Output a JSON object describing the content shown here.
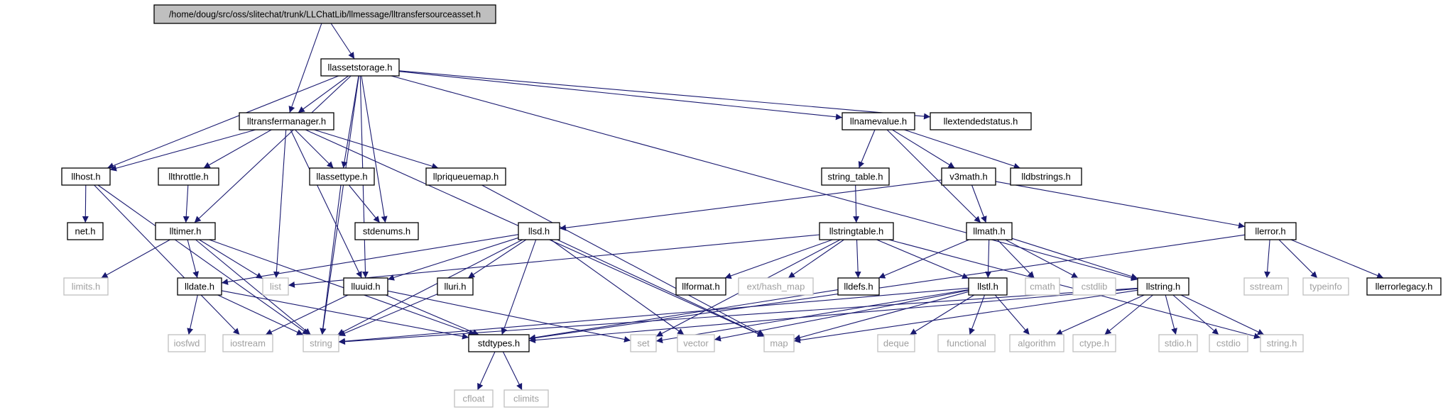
{
  "colors": {
    "edge": "#191970",
    "node_border": "#000000",
    "node_border_missing": "#bfbfbf",
    "root_fill": "#bfbfbf",
    "text": "#000000",
    "text_missing": "#a0a0a0",
    "background": "#ffffff"
  },
  "nodes": [
    {
      "id": "root",
      "label": "/home/doug/src/oss/slitechat/trunk/LLChatLib/llmessage/lltransfersourceasset.h",
      "kind": "root"
    },
    {
      "id": "llassetstorage",
      "label": "llassetstorage.h",
      "kind": "file"
    },
    {
      "id": "lltransfermanager",
      "label": "lltransfermanager.h",
      "kind": "file"
    },
    {
      "id": "llnamevalue",
      "label": "llnamevalue.h",
      "kind": "file"
    },
    {
      "id": "llextendedstatus",
      "label": "llextendedstatus.h",
      "kind": "file"
    },
    {
      "id": "llhost",
      "label": "llhost.h",
      "kind": "file"
    },
    {
      "id": "llthrottle",
      "label": "llthrottle.h",
      "kind": "file"
    },
    {
      "id": "llassettype",
      "label": "llassettype.h",
      "kind": "file"
    },
    {
      "id": "llpriqueuemap",
      "label": "llpriqueuemap.h",
      "kind": "file"
    },
    {
      "id": "string_table",
      "label": "string_table.h",
      "kind": "file"
    },
    {
      "id": "v3math",
      "label": "v3math.h",
      "kind": "file"
    },
    {
      "id": "lldbstrings",
      "label": "lldbstrings.h",
      "kind": "file"
    },
    {
      "id": "net",
      "label": "net.h",
      "kind": "file"
    },
    {
      "id": "lltimer",
      "label": "lltimer.h",
      "kind": "file"
    },
    {
      "id": "stdenums",
      "label": "stdenums.h",
      "kind": "file"
    },
    {
      "id": "llsd",
      "label": "llsd.h",
      "kind": "file"
    },
    {
      "id": "llstringtable",
      "label": "llstringtable.h",
      "kind": "file"
    },
    {
      "id": "llmath",
      "label": "llmath.h",
      "kind": "file"
    },
    {
      "id": "llerror",
      "label": "llerror.h",
      "kind": "file"
    },
    {
      "id": "limits",
      "label": "limits.h",
      "kind": "system"
    },
    {
      "id": "lldate",
      "label": "lldate.h",
      "kind": "file"
    },
    {
      "id": "list",
      "label": "list",
      "kind": "system"
    },
    {
      "id": "lluuid",
      "label": "lluuid.h",
      "kind": "file"
    },
    {
      "id": "lluri",
      "label": "lluri.h",
      "kind": "file"
    },
    {
      "id": "llformat",
      "label": "llformat.h",
      "kind": "file"
    },
    {
      "id": "hash_map",
      "label": "ext/hash_map",
      "kind": "system"
    },
    {
      "id": "lldefs",
      "label": "lldefs.h",
      "kind": "file"
    },
    {
      "id": "llstl",
      "label": "llstl.h",
      "kind": "file"
    },
    {
      "id": "cmath",
      "label": "cmath",
      "kind": "system"
    },
    {
      "id": "cstdlib",
      "label": "cstdlib",
      "kind": "system"
    },
    {
      "id": "llstring",
      "label": "llstring.h",
      "kind": "file"
    },
    {
      "id": "sstream",
      "label": "sstream",
      "kind": "system"
    },
    {
      "id": "typeinfo",
      "label": "typeinfo",
      "kind": "system"
    },
    {
      "id": "llerrorlegacy",
      "label": "llerrorlegacy.h",
      "kind": "file"
    },
    {
      "id": "iosfwd",
      "label": "iosfwd",
      "kind": "system"
    },
    {
      "id": "iostream",
      "label": "iostream",
      "kind": "system"
    },
    {
      "id": "string",
      "label": "string",
      "kind": "system"
    },
    {
      "id": "stdtypes",
      "label": "stdtypes.h",
      "kind": "file"
    },
    {
      "id": "set",
      "label": "set",
      "kind": "system"
    },
    {
      "id": "vector",
      "label": "vector",
      "kind": "system"
    },
    {
      "id": "map",
      "label": "map",
      "kind": "system"
    },
    {
      "id": "deque",
      "label": "deque",
      "kind": "system"
    },
    {
      "id": "functional",
      "label": "functional",
      "kind": "system"
    },
    {
      "id": "algorithm",
      "label": "algorithm",
      "kind": "system"
    },
    {
      "id": "ctype",
      "label": "ctype.h",
      "kind": "system"
    },
    {
      "id": "stdio",
      "label": "stdio.h",
      "kind": "system"
    },
    {
      "id": "cstdio",
      "label": "cstdio",
      "kind": "system"
    },
    {
      "id": "string_h",
      "label": "string.h",
      "kind": "system"
    },
    {
      "id": "cfloat",
      "label": "cfloat",
      "kind": "system"
    },
    {
      "id": "climits",
      "label": "climits",
      "kind": "system"
    }
  ],
  "edges": [
    [
      "root",
      "llassetstorage"
    ],
    [
      "root",
      "lltransfermanager"
    ],
    [
      "llassetstorage",
      "lltransfermanager"
    ],
    [
      "llassetstorage",
      "llnamevalue"
    ],
    [
      "llassetstorage",
      "llextendedstatus"
    ],
    [
      "llassetstorage",
      "llhost"
    ],
    [
      "llassetstorage",
      "llassettype"
    ],
    [
      "llassetstorage",
      "stdenums"
    ],
    [
      "llassetstorage",
      "lltimer"
    ],
    [
      "llassetstorage",
      "lluuid"
    ],
    [
      "llassetstorage",
      "llstring"
    ],
    [
      "llassetstorage",
      "string"
    ],
    [
      "lltransfermanager",
      "llhost"
    ],
    [
      "lltransfermanager",
      "llthrottle"
    ],
    [
      "lltransfermanager",
      "llassettype"
    ],
    [
      "lltransfermanager",
      "llpriqueuemap"
    ],
    [
      "lltransfermanager",
      "list"
    ],
    [
      "lltransfermanager",
      "lluuid"
    ],
    [
      "lltransfermanager",
      "map"
    ],
    [
      "llnamevalue",
      "string_table"
    ],
    [
      "llnamevalue",
      "v3math"
    ],
    [
      "llnamevalue",
      "lldbstrings"
    ],
    [
      "llnamevalue",
      "llmath"
    ],
    [
      "llhost",
      "net"
    ],
    [
      "llhost",
      "iostream"
    ],
    [
      "llhost",
      "string"
    ],
    [
      "llthrottle",
      "lltimer"
    ],
    [
      "llassettype",
      "stdenums"
    ],
    [
      "llassettype",
      "string"
    ],
    [
      "llpriqueuemap",
      "map"
    ],
    [
      "string_table",
      "llstringtable"
    ],
    [
      "v3math",
      "llmath"
    ],
    [
      "v3math",
      "llsd"
    ],
    [
      "v3math",
      "llerror"
    ],
    [
      "lltimer",
      "limits"
    ],
    [
      "lltimer",
      "lldate"
    ],
    [
      "lltimer",
      "list"
    ],
    [
      "lltimer",
      "string"
    ],
    [
      "lltimer",
      "stdtypes"
    ],
    [
      "llsd",
      "lldate"
    ],
    [
      "llsd",
      "lluuid"
    ],
    [
      "llsd",
      "lluri"
    ],
    [
      "llsd",
      "stdtypes"
    ],
    [
      "llsd",
      "string"
    ],
    [
      "llsd",
      "vector"
    ],
    [
      "llsd",
      "map"
    ],
    [
      "llstringtable",
      "llformat"
    ],
    [
      "llstringtable",
      "hash_map"
    ],
    [
      "llstringtable",
      "lldefs"
    ],
    [
      "llstringtable",
      "llstl"
    ],
    [
      "llstringtable",
      "list"
    ],
    [
      "llstringtable",
      "set"
    ],
    [
      "llstringtable",
      "string_h"
    ],
    [
      "llmath",
      "lldefs"
    ],
    [
      "llmath",
      "llstl"
    ],
    [
      "llmath",
      "cmath"
    ],
    [
      "llmath",
      "cstdlib"
    ],
    [
      "llmath",
      "llstring"
    ],
    [
      "llerror",
      "sstream"
    ],
    [
      "llerror",
      "typeinfo"
    ],
    [
      "llerror",
      "llerrorlegacy"
    ],
    [
      "llerror",
      "stdtypes"
    ],
    [
      "lldate",
      "iosfwd"
    ],
    [
      "lldate",
      "string"
    ],
    [
      "lldate",
      "stdtypes"
    ],
    [
      "lluuid",
      "iostream"
    ],
    [
      "lluuid",
      "stdtypes"
    ],
    [
      "lluuid",
      "set"
    ],
    [
      "lluri",
      "string"
    ],
    [
      "lldefs",
      "stdtypes"
    ],
    [
      "llstl",
      "map"
    ],
    [
      "llstl",
      "deque"
    ],
    [
      "llstl",
      "functional"
    ],
    [
      "llstl",
      "algorithm"
    ],
    [
      "llstl",
      "set"
    ],
    [
      "llstl",
      "vector"
    ],
    [
      "llstl",
      "string"
    ],
    [
      "llstring",
      "string"
    ],
    [
      "llstring",
      "stdtypes"
    ],
    [
      "llstring",
      "map"
    ],
    [
      "llstring",
      "algorithm"
    ],
    [
      "llstring",
      "ctype"
    ],
    [
      "llstring",
      "stdio"
    ],
    [
      "llstring",
      "cstdio"
    ],
    [
      "llstring",
      "string_h"
    ],
    [
      "stdtypes",
      "cfloat"
    ],
    [
      "stdtypes",
      "climits"
    ]
  ]
}
